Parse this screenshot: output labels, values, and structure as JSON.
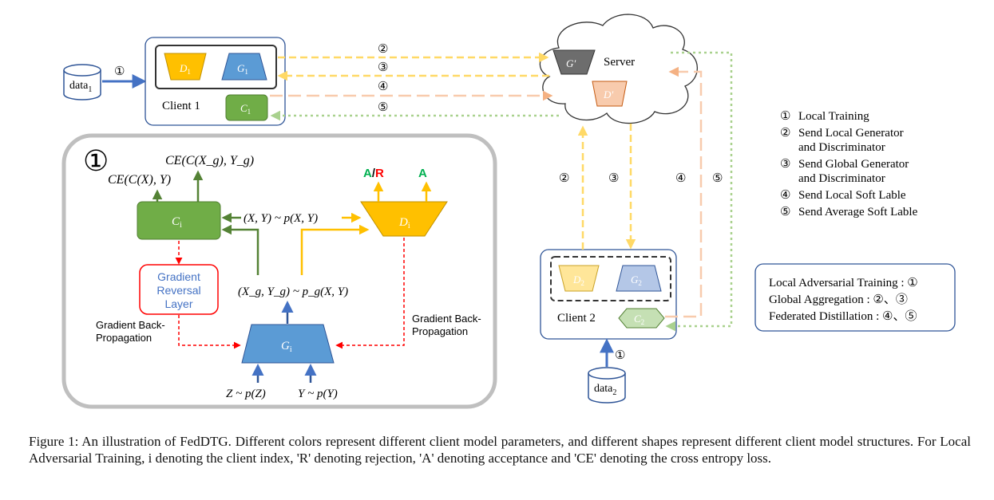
{
  "client1": {
    "data_label": "data",
    "data_sub": "1",
    "step_label": "①",
    "name": "Client 1",
    "discriminator": {
      "base": "D",
      "sub": "1"
    },
    "generator": {
      "base": "G",
      "sub": "1"
    },
    "classifier": {
      "base": "C",
      "sub": "1"
    }
  },
  "server": {
    "name": "Server",
    "generator": "G′",
    "discriminator": "D′"
  },
  "client2": {
    "data_label": "data",
    "data_sub": "2",
    "step_label": "①",
    "name": "Client 2",
    "discriminator": {
      "base": "D",
      "sub": "2"
    },
    "generator": {
      "base": "G",
      "sub": "2"
    },
    "classifier": {
      "base": "C",
      "sub": "2"
    }
  },
  "flow_labels": {
    "s2": "②",
    "s3": "③",
    "s4": "④",
    "s5": "⑤"
  },
  "detail": {
    "step": "①",
    "ce_real": "CE(C(X), Y)",
    "ce_gen": "CE(C(X_g), Y_g)",
    "classifier": {
      "base": "C",
      "sub": "i"
    },
    "discriminator": {
      "base": "D",
      "sub": "i"
    },
    "generator": {
      "base": "G",
      "sub": "i"
    },
    "real_dist": "(X, Y) ~ p(X, Y)",
    "gen_dist": "(X_g, Y_g) ~ p_g(X, Y)",
    "z_dist": "Z ~ p(Z)",
    "y_dist": "Y ~ p(Y)",
    "out_ar_a": "A",
    "out_ar_slash": "/",
    "out_ar_r": "R",
    "out_a": "A",
    "grl_line1": "Gradient",
    "grl_line2": "Reversal",
    "grl_line3": "Layer",
    "gbp_left_1": "Gradient Back-",
    "gbp_left_2": "Propagation",
    "gbp_right_1": "Gradient Back-",
    "gbp_right_2": "Propagation"
  },
  "legend": [
    {
      "num": "①",
      "line1": "Local Training",
      "line2": ""
    },
    {
      "num": "②",
      "line1": "Send Local Generator",
      "line2": "and Discriminator"
    },
    {
      "num": "③",
      "line1": "Send Global Generator",
      "line2": "and Discriminator"
    },
    {
      "num": "④",
      "line1": "Send Local Soft Lable",
      "line2": ""
    },
    {
      "num": "⑤",
      "line1": "Send Average Soft Lable",
      "line2": ""
    }
  ],
  "summary": [
    "Local Adversarial Training : ①",
    "Global Aggregation : ②、③",
    "Federated Distillation : ④、⑤"
  ],
  "caption": "Figure 1: An illustration of FedDTG. Different colors represent different client model parameters, and different shapes represent different client model structures. For Local Adversarial Training, i denoting the client index, 'R' denoting rejection, 'A' denoting acceptance and 'CE' denoting the cross entropy loss.",
  "colors": {
    "blue_gen": "#5b9bd5",
    "yellow_disc": "#ffc000",
    "green_cls": "#70ad47",
    "gray_server_gen": "#6d6d6d",
    "salmon_server_disc": "#f8cbad",
    "light_yellow": "#ffe699",
    "light_blue": "#b4c7e7",
    "light_green": "#c5e0b4",
    "dark_green_arrow": "#548235",
    "red_dashed": "#ff0000",
    "grl_text": "#4472c4"
  }
}
